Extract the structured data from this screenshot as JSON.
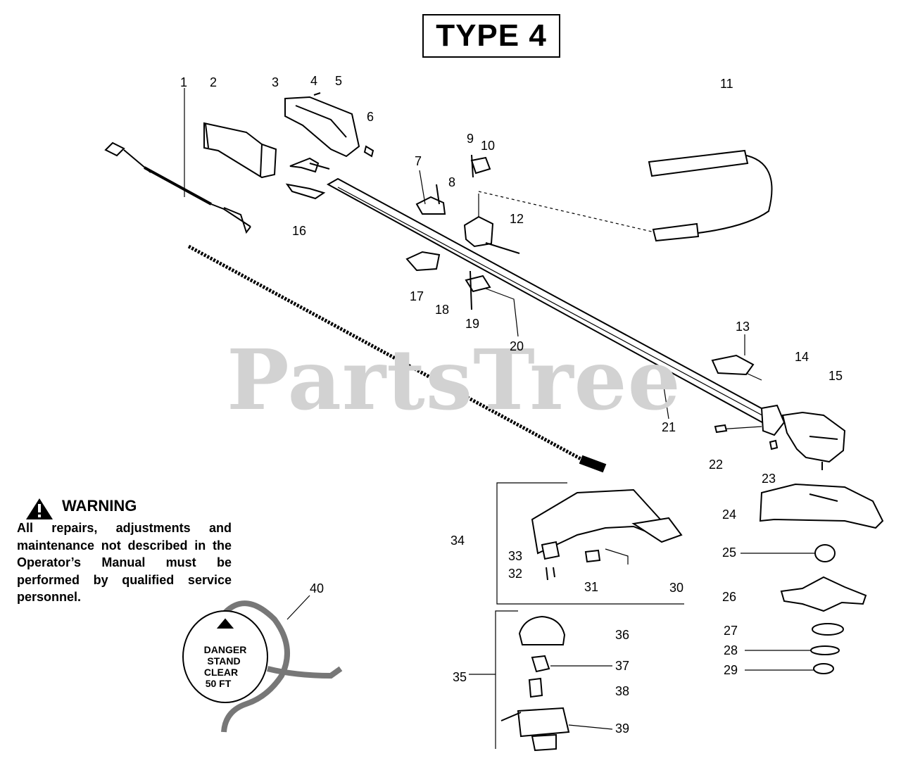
{
  "diagram": {
    "type_label": "TYPE 4",
    "watermark": "PartsTree",
    "warning": {
      "heading": "WARNING",
      "text": "All repairs, adjustments and maintenance not described in the Operator’s Manual must be performed by qualified service personnel."
    },
    "danger_sign": {
      "line1": "DANGER",
      "line2": "STAND",
      "line3": "CLEAR",
      "line4": "50 FT"
    },
    "callouts": [
      "1",
      "2",
      "3",
      "4",
      "5",
      "6",
      "7",
      "8",
      "9",
      "10",
      "11",
      "12",
      "13",
      "14",
      "15",
      "16",
      "17",
      "18",
      "19",
      "20",
      "21",
      "22",
      "23",
      "24",
      "25",
      "26",
      "27",
      "28",
      "29",
      "30",
      "31",
      "32",
      "33",
      "34",
      "35",
      "36",
      "37",
      "38",
      "39",
      "40"
    ],
    "icons": {
      "warning_symbol": "warning-triangle-icon"
    }
  }
}
